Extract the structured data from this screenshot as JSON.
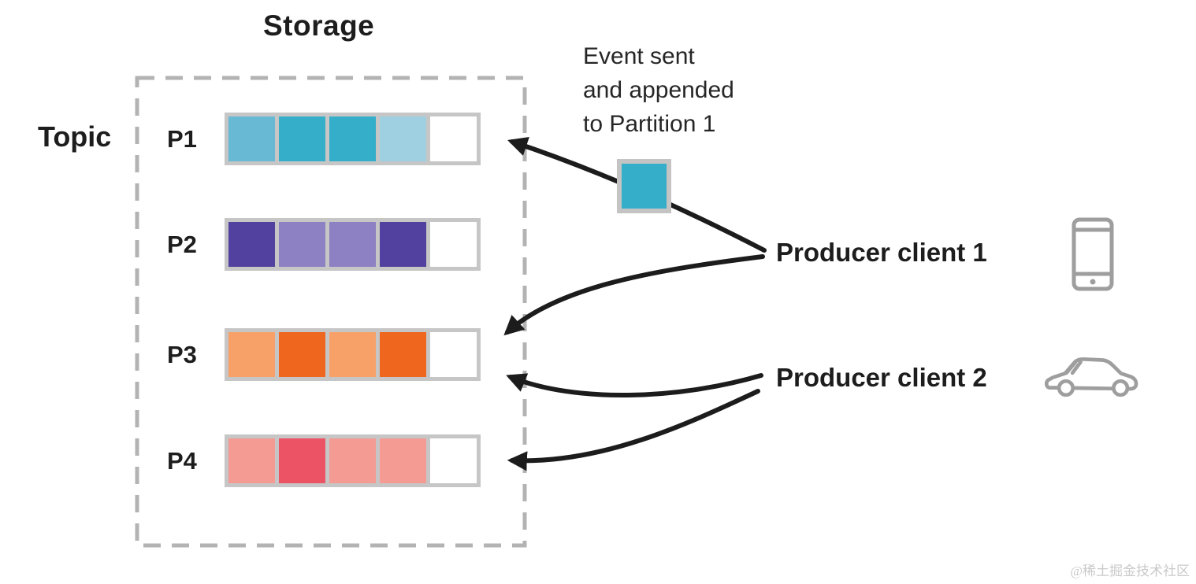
{
  "title": "Storage",
  "topic_label": "Topic",
  "partitions": [
    {
      "label": "P1",
      "cells": [
        "teal_medium",
        "teal_dark",
        "teal_dark",
        "teal_light",
        "white"
      ]
    },
    {
      "label": "P2",
      "cells": [
        "purple_dark",
        "purple_light",
        "purple_light",
        "purple_dark",
        "white"
      ]
    },
    {
      "label": "P3",
      "cells": [
        "orange_light",
        "orange_dark",
        "orange_light",
        "orange_dark",
        "white"
      ]
    },
    {
      "label": "P4",
      "cells": [
        "pink_light",
        "pink_dark",
        "pink_light",
        "pink_light",
        "white"
      ]
    }
  ],
  "colors": {
    "teal_dark": "#35AEC9",
    "teal_medium": "#68B9D4",
    "teal_light": "#9FD0E2",
    "purple_dark": "#52419E",
    "purple_light": "#8D80C3",
    "orange_light": "#F7A169",
    "orange_dark": "#EF661F",
    "pink_light": "#F49B94",
    "pink_dark": "#EC5365",
    "white": "#FFFFFF",
    "frame_gray": "#C6C6C6",
    "dashed_gray": "#B3B3B3",
    "arrow_black": "#1C1C1C",
    "icon_gray": "#9E9E9E"
  },
  "event_note": {
    "lines": [
      "Event sent",
      "and appended",
      "to Partition 1"
    ]
  },
  "event_square_color_key": "teal_dark",
  "producers": [
    {
      "label": "Producer client 1",
      "icon": "phone-icon"
    },
    {
      "label": "Producer client 2",
      "icon": "car-icon"
    }
  ],
  "watermark": "@稀土掘金技术社区"
}
